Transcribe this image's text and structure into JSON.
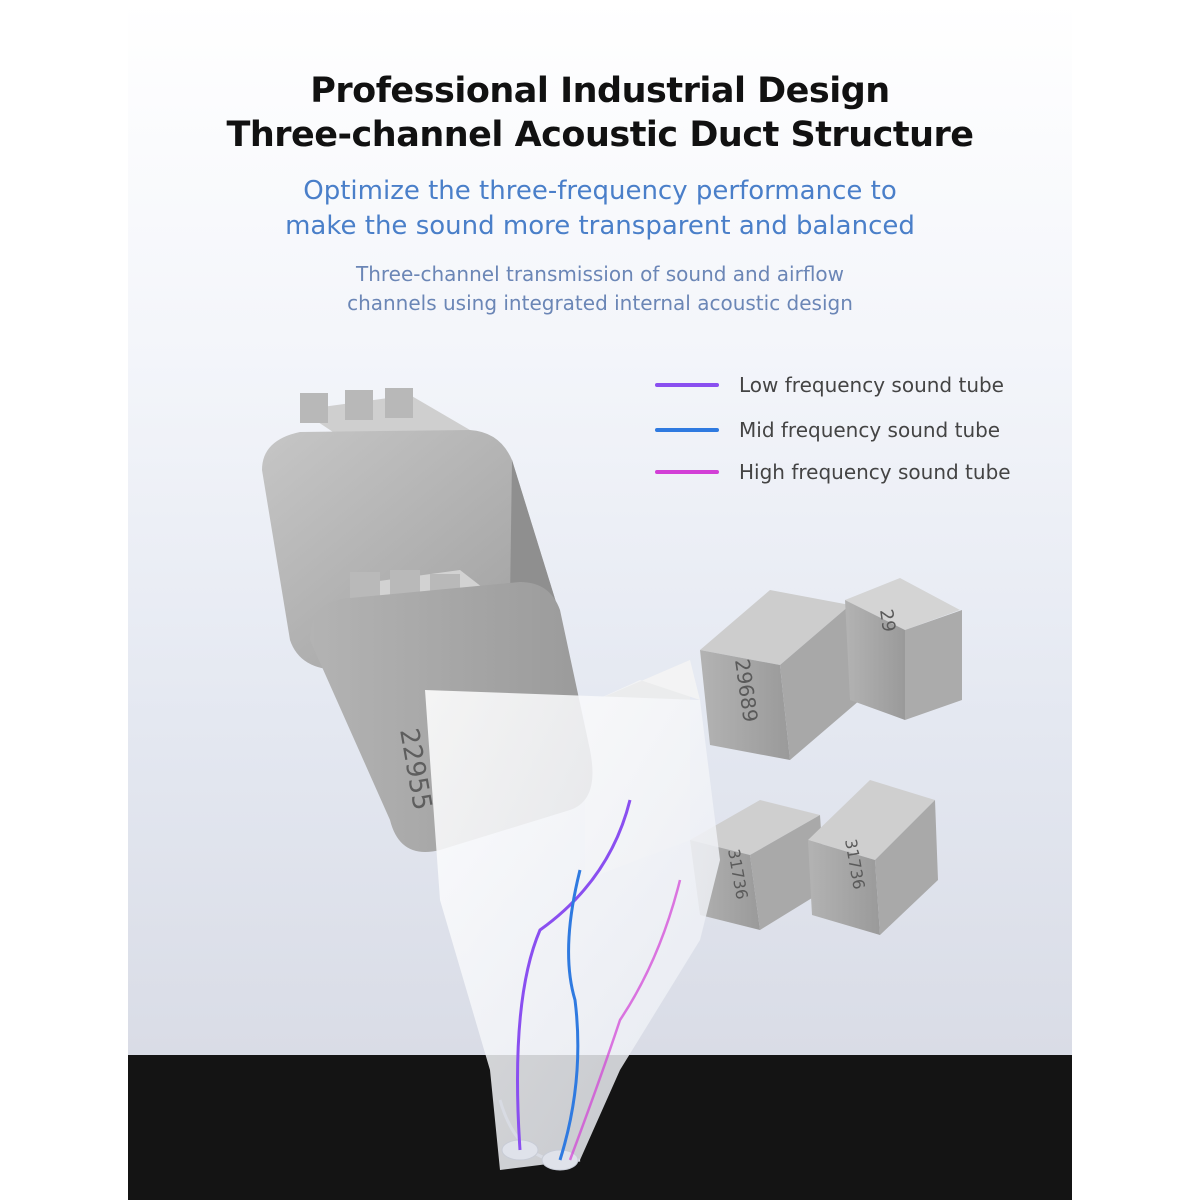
{
  "headline": {
    "line1": "Professional Industrial Design",
    "line2": "Three-channel Acoustic Duct Structure"
  },
  "subheadline": {
    "line1": "Optimize the three-frequency performance to",
    "line2": "make the sound more transparent and balanced"
  },
  "description": {
    "line1": "Three-channel transmission of sound and airflow",
    "line2": "channels using integrated internal acoustic design"
  },
  "legend": [
    {
      "label": "Low frequency sound tube",
      "color": "#8a4ff0"
    },
    {
      "label": "Mid frequency sound tube",
      "color": "#2f7ae0"
    },
    {
      "label": "High frequency sound tube",
      "color": "#d23fd6"
    }
  ],
  "driver_labels": {
    "big_driver_bottom": "22955",
    "small_driver_1": "29689",
    "small_driver_2": "29",
    "small_driver_3": "31736",
    "small_driver_4": "31736"
  },
  "colors": {
    "accent_blue": "#4a7fc9",
    "metal": "#a7a7a7",
    "floor": "#141414"
  }
}
